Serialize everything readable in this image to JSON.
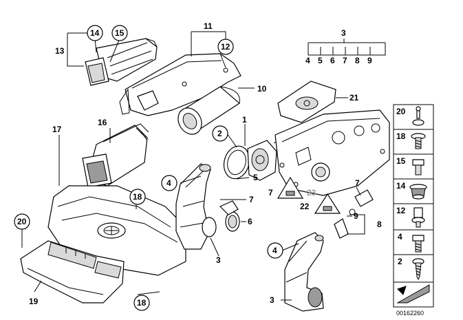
{
  "diagram": {
    "callouts": [
      {
        "n": "1"
      },
      {
        "n": "2"
      },
      {
        "n": "3"
      },
      {
        "n": "4"
      },
      {
        "n": "5"
      },
      {
        "n": "6"
      },
      {
        "n": "7"
      },
      {
        "n": "8"
      },
      {
        "n": "9"
      },
      {
        "n": "10"
      },
      {
        "n": "11"
      },
      {
        "n": "12"
      },
      {
        "n": "13"
      },
      {
        "n": "14"
      },
      {
        "n": "15"
      },
      {
        "n": "16"
      },
      {
        "n": "17"
      },
      {
        "n": "18"
      },
      {
        "n": "19"
      },
      {
        "n": "20"
      },
      {
        "n": "21"
      },
      {
        "n": "22"
      },
      {
        "n": "23"
      }
    ],
    "group_3_items": [
      "4",
      "5",
      "6",
      "7",
      "8",
      "9"
    ],
    "legend_panel": [
      "20",
      "18",
      "15",
      "14",
      "12",
      "4",
      "2"
    ],
    "drawing_number": "00162260"
  }
}
